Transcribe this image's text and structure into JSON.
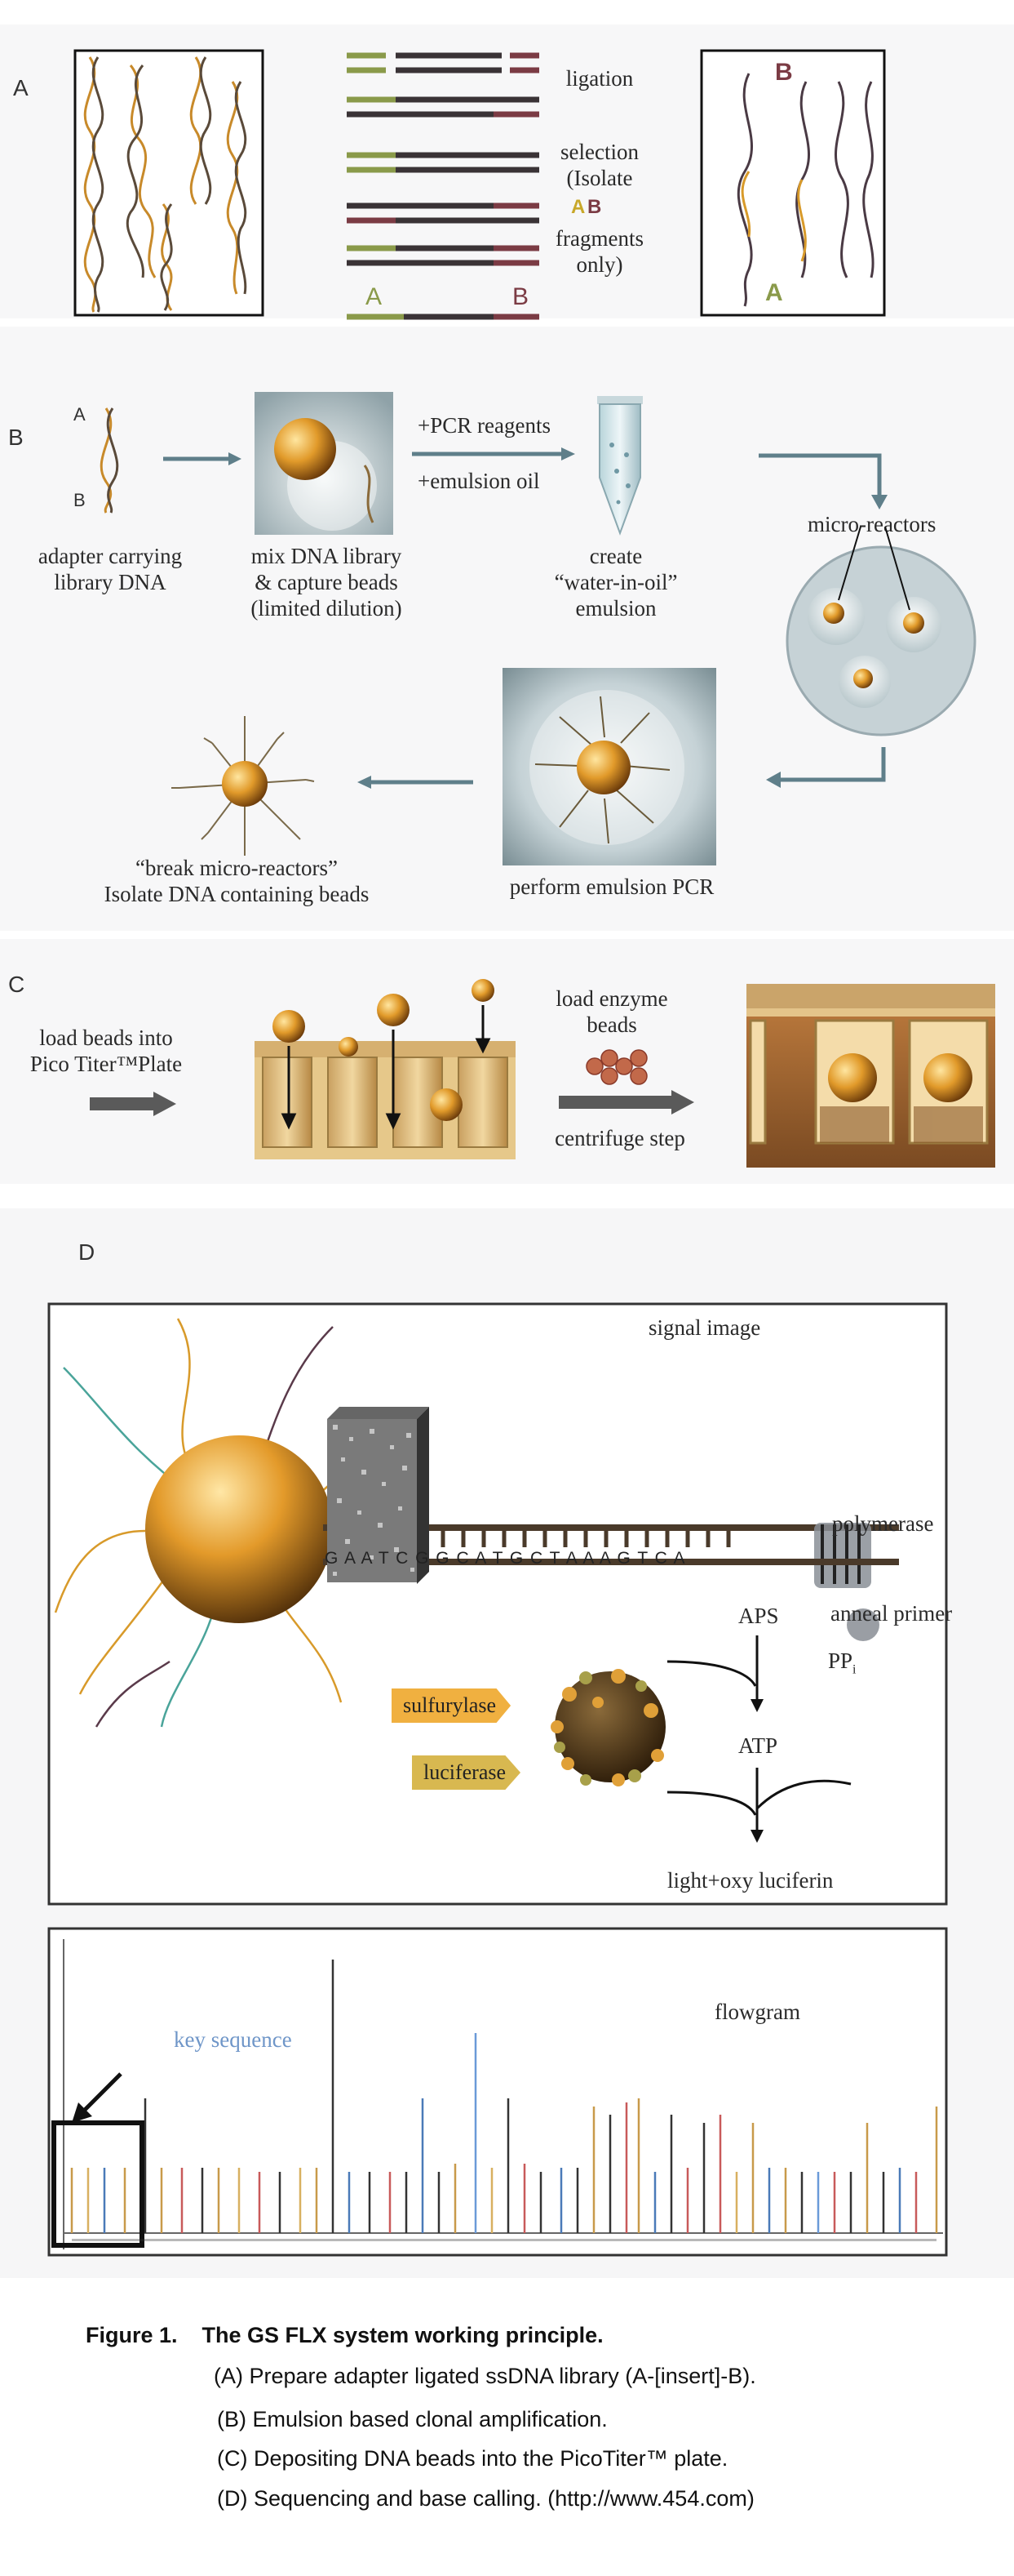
{
  "panel_a": {
    "label": "A",
    "ligation": "ligation",
    "selection_lines": [
      "selection",
      "(Isolate",
      "fragments",
      "only)"
    ],
    "mark_a": "A",
    "mark_b": "B"
  },
  "panel_b": {
    "label": "B",
    "adapter_caption": [
      "adapter carrying",
      "library DNA"
    ],
    "mix_caption": [
      "mix DNA library",
      "& capture beads",
      "(limited dilution)"
    ],
    "reagents_lines": [
      "+PCR reagents",
      "+emulsion oil"
    ],
    "create_caption": [
      "create",
      "“water-in-oil”",
      "emulsion"
    ],
    "micro_reactors": "micro-reactors",
    "break_caption": [
      "“break micro-reactors”",
      "Isolate DNA containing beads"
    ],
    "perform_caption": "perform emulsion PCR"
  },
  "panel_c": {
    "label": "C",
    "load_beads_lines": [
      "load beads into",
      "Pico Titer™Plate"
    ],
    "enzyme_lines": [
      "load enzyme",
      "beads"
    ],
    "centrifuge": "centrifuge step"
  },
  "panel_d": {
    "label": "D",
    "signal_image": "signal image",
    "polymerase": "polymerase",
    "anneal_primer": "anneal primer",
    "sequence": "G A A T C G G C A T G C T A A A G T C A",
    "aps": "APS",
    "pp": "PP",
    "pp_sub": "i",
    "atp": "ATP",
    "sulfurylase": "sulfurylase",
    "luciferase": "luciferase",
    "light": "light+oxy luciferin",
    "flowgram": "flowgram",
    "key_sequence": "key sequence"
  },
  "caption": {
    "title": "Figure 1.    The GS FLX system working principle.",
    "lines": [
      "(A) Prepare adapter ligated ssDNA library (A-[insert]-B).",
      "(B) Emulsion based clonal amplification.",
      "(C) Depositing DNA beads into the PicoTiter™ plate.",
      "(D) Sequencing and base calling. (http://www.454.com)"
    ]
  },
  "colors": {
    "green": "#8a9a4a",
    "dark": "#3a3336",
    "maroon": "#7b3b44",
    "gold": "#d89a2a",
    "arrow": "#5f7f8a"
  }
}
